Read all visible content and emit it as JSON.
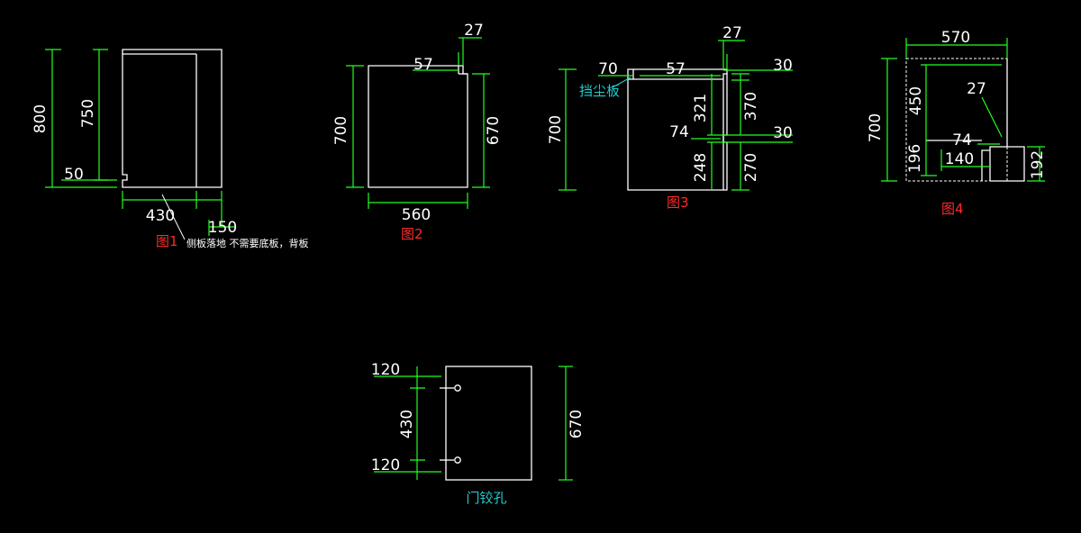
{
  "figures": {
    "fig1": {
      "label": "图1",
      "dims": {
        "h800": "800",
        "h750": "750",
        "h50": "50",
        "w430": "430",
        "w150": "150"
      },
      "note": "侧板落地 不需要底板，背板"
    },
    "fig2": {
      "label": "图2",
      "dims": {
        "h700": "700",
        "h670": "670",
        "w560": "560",
        "d57": "57",
        "d27": "27"
      }
    },
    "fig3": {
      "label": "图3",
      "callout": "挡尘板",
      "dims": {
        "d70": "70",
        "d57": "57",
        "d27": "27",
        "d30a": "30",
        "d321": "321",
        "d370": "370",
        "d74": "74",
        "d30b": "30",
        "d248": "248",
        "d270": "270",
        "h700": "700"
      }
    },
    "fig4": {
      "label": "图4",
      "dims": {
        "w570": "570",
        "h700": "700",
        "d450": "450",
        "d27": "27",
        "d74": "74",
        "d196": "196",
        "d140": "140",
        "d192": "192"
      }
    },
    "door": {
      "label": "门铰孔",
      "dims": {
        "t120": "120",
        "m430": "430",
        "b120": "120",
        "h670": "670"
      }
    }
  }
}
